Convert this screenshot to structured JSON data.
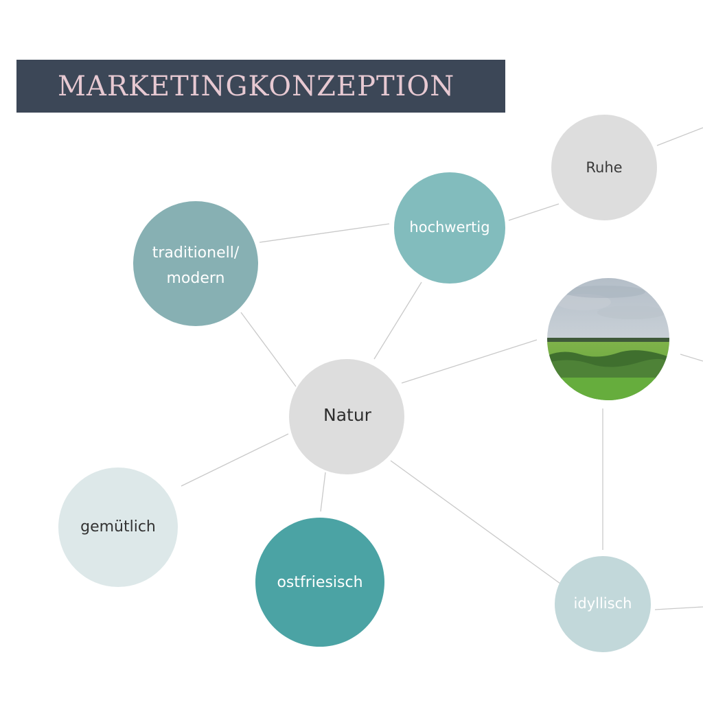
{
  "header": {
    "title": "MARKETINGKONZEPTION"
  },
  "colors": {
    "banner_bg": "#3c4757",
    "title_text": "#e7c9d2",
    "edge": "#c9c9c9",
    "gray_node": "#dddddd",
    "teal_mid": "#82bcbd",
    "teal_dark": "#4ba3a4",
    "teal_grayish": "#87b0b3",
    "teal_pale": "#dde8e9",
    "teal_light": "#c2d8da"
  },
  "nodes": {
    "natur": {
      "label": "Natur"
    },
    "traditionell": {
      "line1": "traditionell/",
      "line2": "modern"
    },
    "hochwertig": {
      "label": "hochwertig"
    },
    "ruhe": {
      "label": "Ruhe"
    },
    "gemuetlich": {
      "label": "gemütlich"
    },
    "ostfriesisch": {
      "label": "ostfriesisch"
    },
    "idyllisch": {
      "label": "idyllisch"
    },
    "landscape_photo": {
      "description_icon": "landscape-photo-icon"
    }
  }
}
